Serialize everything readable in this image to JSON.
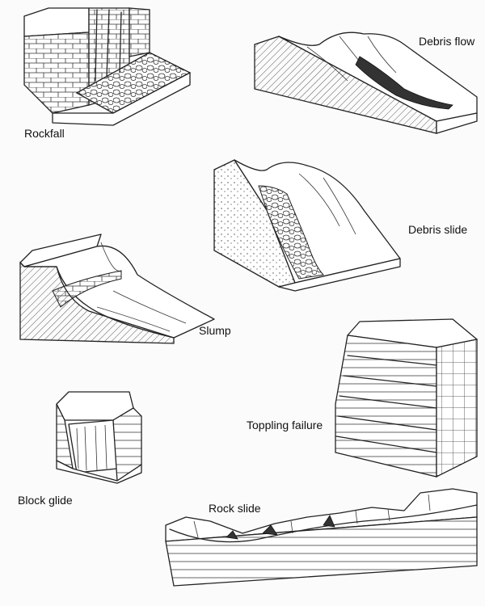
{
  "labels": {
    "rockfall": "Rockfall",
    "debris_flow": "Debris flow",
    "debris_slide": "Debris slide",
    "slump": "Slump",
    "toppling_failure": "Toppling failure",
    "block_glide": "Block glide",
    "rock_slide": "Rock slide"
  },
  "colors": {
    "background": "#fbfbfb",
    "ink": "#222222"
  }
}
